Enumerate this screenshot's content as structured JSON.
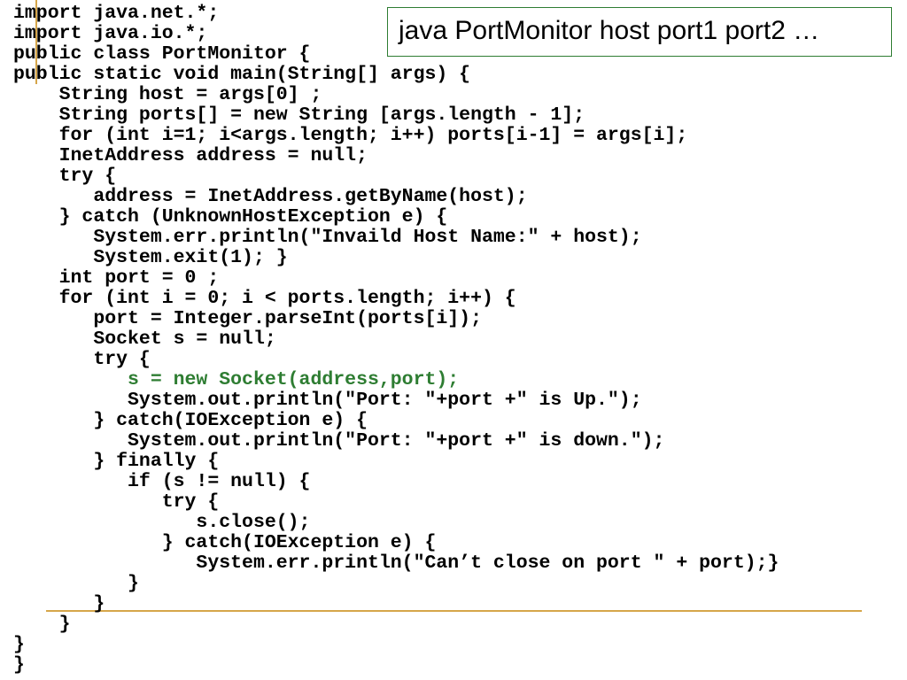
{
  "title": "java PortMonitor host port1 port2 …",
  "colors": {
    "highlight": "#2e7d32",
    "accent_line": "#d6a64a",
    "title_border": "#2e7d32"
  },
  "code_lines": [
    "import java.net.*;",
    "import java.io.*;",
    "public class PortMonitor {",
    "public static void main(String[] args) {",
    "    String host = args[0] ;",
    "    String ports[] = new String [args.length - 1];",
    "    for (int i=1; i<args.length; i++) ports[i-1] = args[i];",
    "    InetAddress address = null;",
    "    try {",
    "       address = InetAddress.getByName(host);",
    "    } catch (UnknownHostException e) {",
    "       System.err.println(\"Invaild Host Name:\" + host);",
    "       System.exit(1); }",
    "    int port = 0 ;",
    "    for (int i = 0; i < ports.length; i++) {",
    "       port = Integer.parseInt(ports[i]);",
    "       Socket s = null;",
    "       try {",
    "          s = new Socket(address,port);",
    "          System.out.println(\"Port: \"+port +\" is Up.\");",
    "       } catch(IOException e) {",
    "          System.out.println(\"Port: \"+port +\" is down.\");",
    "       } finally {",
    "          if (s != null) {",
    "             try {",
    "                s.close();",
    "             } catch(IOException e) {",
    "                System.err.println(\"Can’t close on port \" + port);}",
    "          }",
    "       }",
    "    }",
    "}",
    "}"
  ]
}
